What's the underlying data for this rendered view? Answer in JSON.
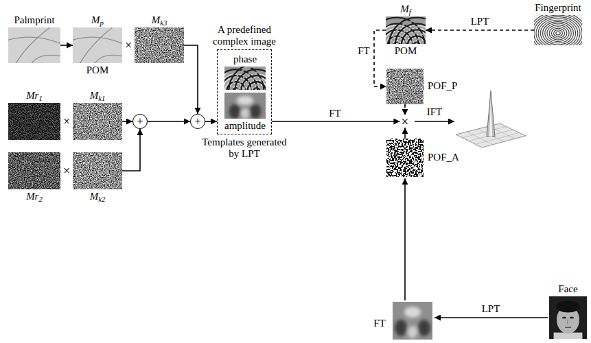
{
  "diagram": {
    "nodes": [
      {
        "text": [
          "Palmprint"
        ]
      },
      {
        "text": [
          "Mp",
          "POM"
        ]
      },
      {
        "text": [
          "Mk3"
        ]
      },
      {
        "text": [
          "Mr1"
        ]
      },
      {
        "text": [
          "Mk1"
        ]
      },
      {
        "text": [
          "Mr2"
        ]
      },
      {
        "text": [
          "Mk2"
        ]
      },
      {
        "text": [
          "+"
        ]
      },
      {
        "text": [
          "+"
        ]
      },
      {
        "text": [
          "A predefined complex image",
          "Templates generated by LPT"
        ]
      },
      {
        "text": [
          "phase"
        ],
        "in": 9
      },
      {
        "text": [
          "amplitude"
        ],
        "in": 9
      },
      {
        "text": [
          "×"
        ]
      },
      {
        "text": [
          "Mf",
          "POM"
        ]
      },
      {
        "text": [
          "Fingerprint"
        ]
      },
      {
        "text": [
          "POF_P"
        ]
      },
      {
        "text": [
          "POF_A"
        ]
      },
      {
        "text": [
          "Face"
        ]
      }
    ],
    "edges": [
      {
        "from": 0,
        "to": 1,
        "arrow": "to"
      },
      {
        "from": 2,
        "to": 8,
        "arrow": "to"
      },
      {
        "from": 4,
        "to": 7,
        "arrow": "to"
      },
      {
        "from": 6,
        "to": 7,
        "arrow": "to"
      },
      {
        "from": 7,
        "to": 8,
        "arrow": "to"
      },
      {
        "from": 8,
        "to": 9,
        "arrow": "to"
      },
      {
        "from": 9,
        "to": 12,
        "label": "FT",
        "arrow": "to"
      },
      {
        "from": 14,
        "to": 13,
        "label": "LPT",
        "arrow": "to"
      },
      {
        "from": 13,
        "to": 15,
        "label": "FT",
        "arrow": "to"
      },
      {
        "from": 15,
        "to": 12,
        "arrow": "to"
      },
      {
        "from": 16,
        "to": 12,
        "arrow": "to"
      }
    ],
    "labels": [
      "×",
      "×",
      "IFT",
      "×",
      "LPT",
      "FT"
    ]
  }
}
